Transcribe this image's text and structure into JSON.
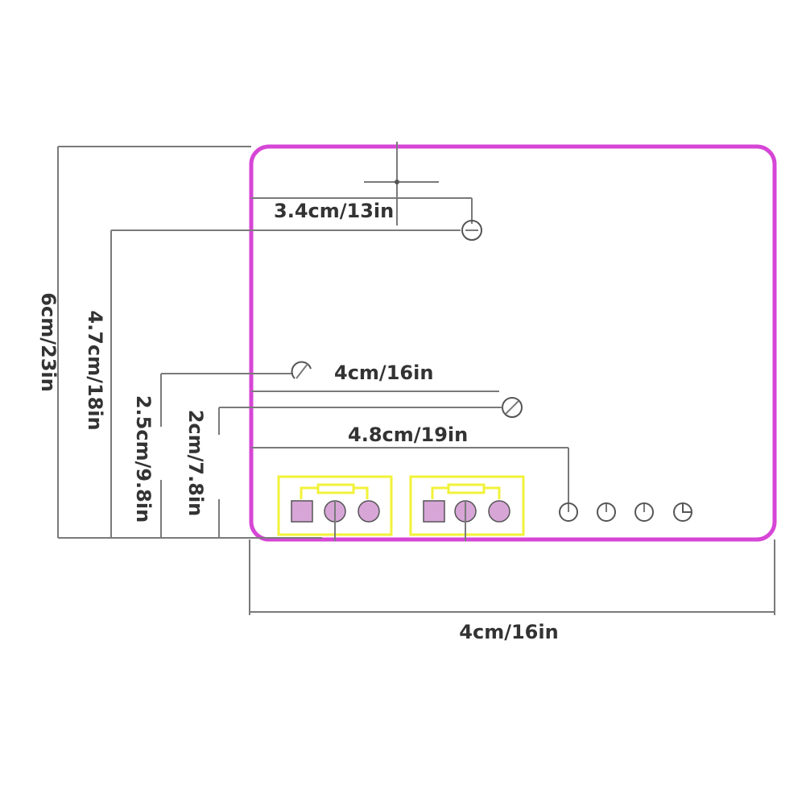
{
  "colors": {
    "board_outline": "#d646d6",
    "terminal_outline": "#f2f23a",
    "terminal_pin": "#d7a6d7",
    "dimension_line": "#7a7a7a",
    "text": "#333333"
  },
  "dimensions": {
    "top_hole_offset": "3.4cm/13in",
    "total_height": "6cm/23in",
    "upper_hole_height": "4.7cm/18in",
    "mid_hole_offset": "4cm/16in",
    "mid_hole_height": "2.5cm/9.8in",
    "lower_hole_height": "2cm/7.8in",
    "lower_hole_offset": "4.8cm/19in",
    "total_width": "4cm/16in"
  },
  "components": {
    "terminal_blocks": [
      {
        "pins": [
          "square-pad",
          "round-pad",
          "round-pad"
        ]
      },
      {
        "pins": [
          "square-pad",
          "round-pad",
          "round-pad"
        ]
      }
    ],
    "indicator_holes": [
      "hole",
      "hole",
      "hole",
      "hole"
    ]
  }
}
